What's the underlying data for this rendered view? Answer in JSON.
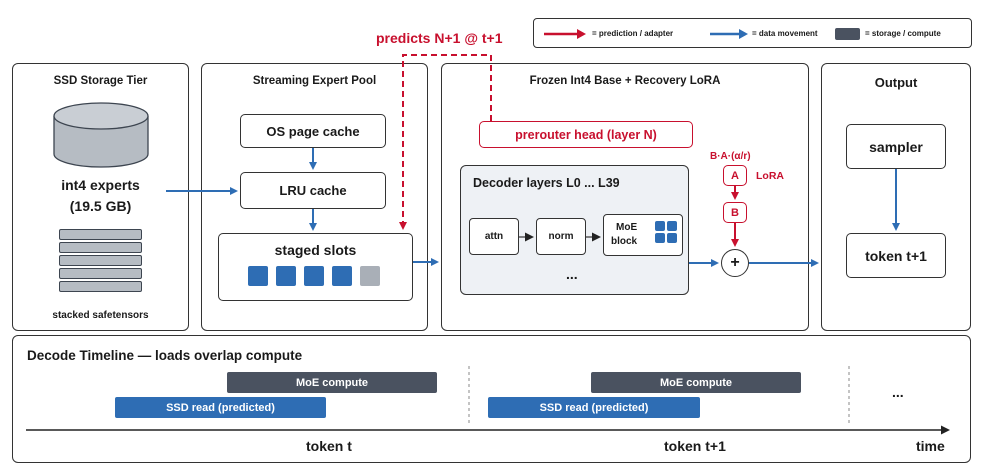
{
  "legend": {
    "prediction": "= prediction / adapter",
    "data_movement": "= data movement",
    "storage": "= storage / compute"
  },
  "colors": {
    "red": "#c8102e",
    "blue": "#2e6db4",
    "dark": "#4a5260"
  },
  "predicts_label": "predicts N+1 @ t+1",
  "ssd": {
    "title": "SSD Storage Tier",
    "experts_line1": "int4 experts",
    "experts_line2": "(19.5 GB)",
    "stack_label": "stacked safetensors",
    "icons": [
      "disk-icon",
      "stacked-files-icon"
    ]
  },
  "pool": {
    "title": "Streaming Expert Pool",
    "os_cache": "OS page cache",
    "lru_cache": "LRU cache",
    "staged": "staged slots"
  },
  "frozen": {
    "title": "Frozen Int4 Base + Recovery LoRA",
    "prerouter": "prerouter head (layer N)",
    "decoder_title": "Decoder layers L0 ... L39",
    "attn": "attn",
    "norm": "norm",
    "moe_line1": "MoE",
    "moe_line2": "block",
    "ellipsis": "...",
    "lora_formula": "B·A·(α/r)",
    "lora_label": "LoRA",
    "a": "A",
    "b": "B",
    "plus": "+"
  },
  "output": {
    "title": "Output",
    "sampler": "sampler",
    "token": "token t+1"
  },
  "timeline": {
    "title": "Decode Timeline — loads overlap compute",
    "moe1": "MoE compute",
    "ssd1": "SSD read (predicted)",
    "moe2": "MoE compute",
    "ssd2": "SSD read (predicted)",
    "ellipsis": "...",
    "token_t": "token t",
    "token_t1": "token t+1",
    "time": "time"
  }
}
